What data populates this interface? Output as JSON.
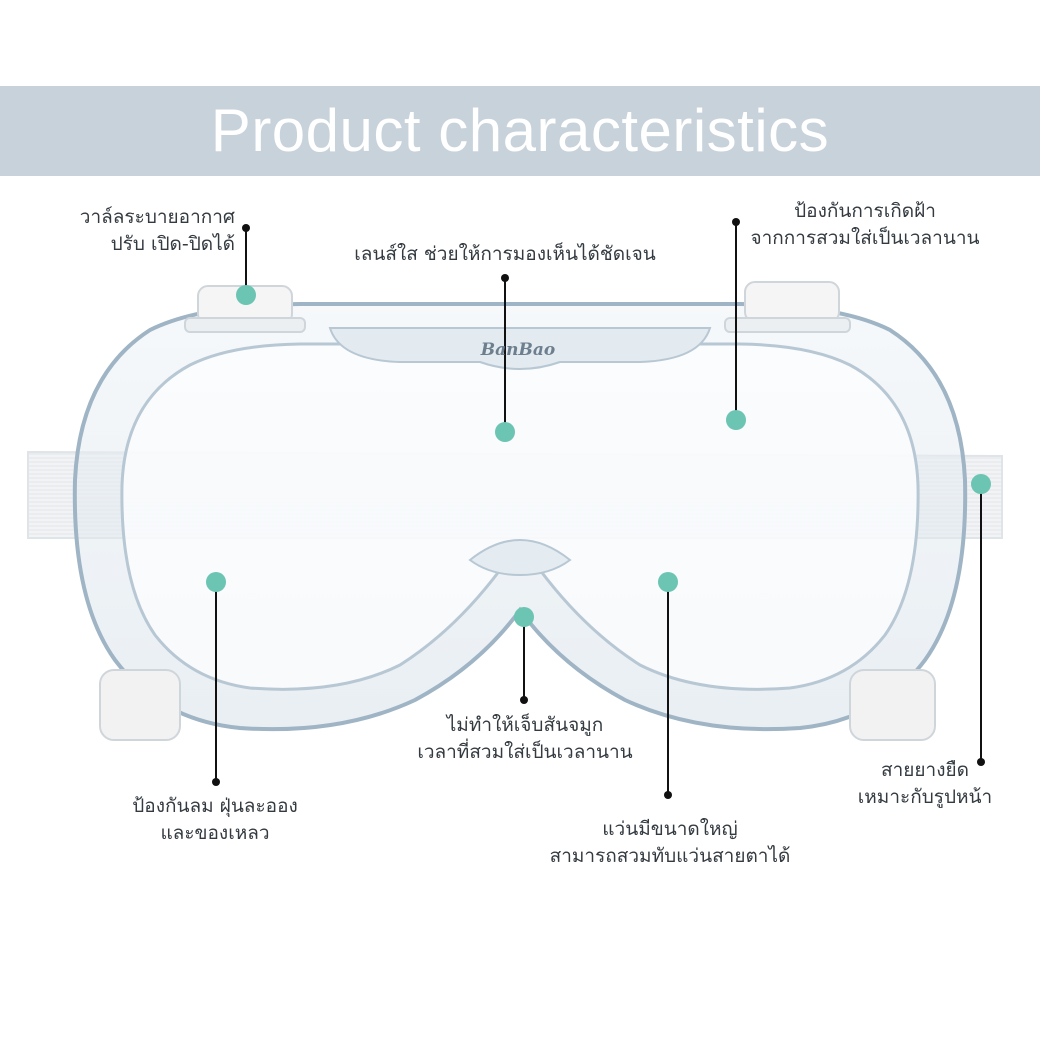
{
  "banner": {
    "title": "Product characteristics"
  },
  "brand": {
    "logo_text": "BanBao"
  },
  "callouts": [
    {
      "id": "valve",
      "lines": [
        "วาล์ลระบายอากาศ",
        "ปรับ เปิด-ปิดได้"
      ]
    },
    {
      "id": "lens",
      "lines": [
        "เลนส์ใส ช่วยให้การมองเห็นได้ชัดเจน"
      ]
    },
    {
      "id": "antifog",
      "lines": [
        "ป้องกันการเกิดฝ้า",
        "จากการสวมใส่เป็นเวลานาน"
      ]
    },
    {
      "id": "nose",
      "lines": [
        "ไม่ทำให้เจ็บสันจมูก",
        "เวลาที่สวมใส่เป็นเวลานาน"
      ]
    },
    {
      "id": "dust",
      "lines": [
        "ป้องกันลม ฝุ่นละออง",
        "และของเหลว"
      ]
    },
    {
      "id": "size",
      "lines": [
        "แว่นมีขนาดใหญ่",
        "สามารถสวมทับแว่นสายตาได้"
      ]
    },
    {
      "id": "strap",
      "lines": [
        "สายยางยืด",
        "เหมาะกับรูปหน้า"
      ]
    }
  ],
  "colors": {
    "banner": "#c8d2db",
    "marker": "#6cc4b3",
    "leader": "#111111",
    "text": "#333a40",
    "frame": "#9fb4c4"
  }
}
